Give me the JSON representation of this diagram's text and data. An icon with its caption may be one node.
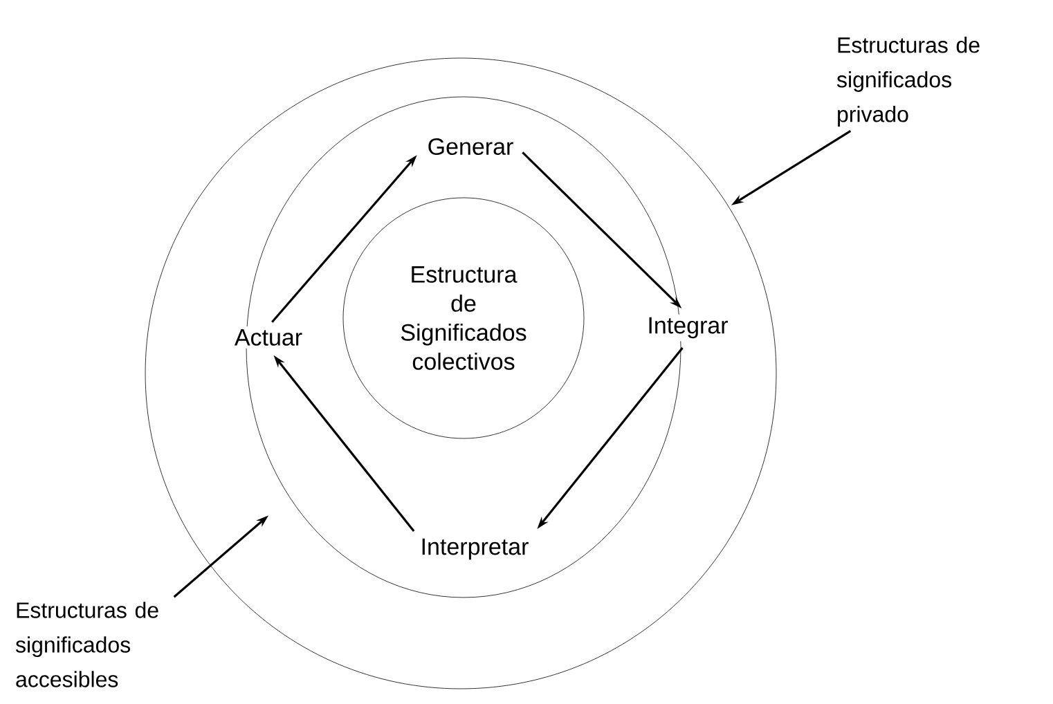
{
  "diagram": {
    "nodes": [
      {
        "text": [],
        "shape": "circle"
      },
      {
        "text": [],
        "shape": "circle",
        "in": 0
      },
      {
        "text": [
          "Estructura de Significados colectivos"
        ],
        "in": 1
      },
      {
        "text": [
          "Generar"
        ],
        "in": 1
      },
      {
        "text": [
          "Integrar"
        ],
        "in": 0
      },
      {
        "text": [
          "Interpretar"
        ],
        "in": 1
      },
      {
        "text": [
          "Actuar"
        ],
        "in": 0
      },
      {
        "text": [
          "Estructuras de significados privado"
        ]
      },
      {
        "text": [
          "Estructuras de significados accesibles"
        ]
      }
    ],
    "edges": [
      {
        "from": 3,
        "to": 4,
        "arrow": "to"
      },
      {
        "from": 4,
        "to": 5,
        "arrow": "to"
      },
      {
        "from": 5,
        "to": 6,
        "arrow": "to"
      },
      {
        "from": 6,
        "to": 3,
        "arrow": "to"
      },
      {
        "from": 7,
        "to": 0,
        "arrow": "to"
      },
      {
        "from": 8,
        "to": 1,
        "arrow": "to"
      }
    ]
  }
}
